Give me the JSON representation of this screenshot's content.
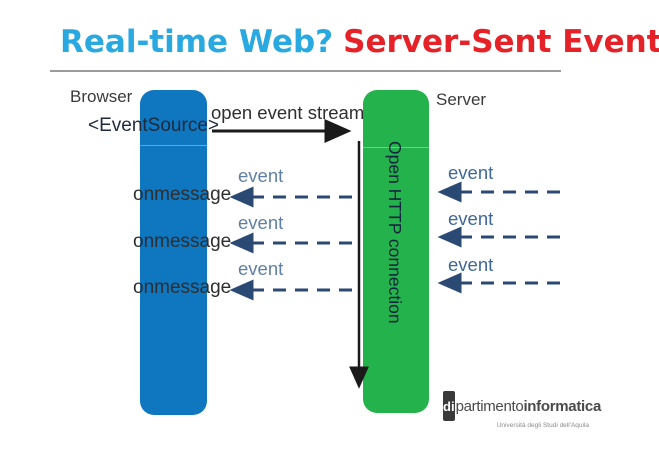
{
  "title": {
    "part1": "Real-time Web?",
    "part2": "Server-Sent Events"
  },
  "colors": {
    "title_cyan": "#29A9E0",
    "title_red": "#E52228",
    "browser_bar_blue": "#0F76C0",
    "server_bar_green": "#24B24C",
    "solid_arrow_black": "#1A1A1A",
    "dashed_arrow_navy": "#2B4A73",
    "event_label_left": "#5F7FA6",
    "event_label_right": "#3E689A"
  },
  "diagram": {
    "browser_label": "Browser",
    "eventsource_label": "<EventSource>",
    "open_stream_label": "open event stream",
    "server_label": "Server",
    "connection_label": "Open HTTP connection",
    "messages": [
      {
        "event_label": "event",
        "handler_label": "onmessage"
      },
      {
        "event_label": "event",
        "handler_label": "onmessage"
      },
      {
        "event_label": "event",
        "handler_label": "onmessage"
      }
    ],
    "incoming_events": [
      {
        "label": "event"
      },
      {
        "label": "event"
      },
      {
        "label": "event"
      }
    ]
  },
  "logo": {
    "badge": "di",
    "name_regular": "partimento",
    "name_bold": "informatica",
    "tagline": "Università degli Studi dell'Aquila"
  }
}
